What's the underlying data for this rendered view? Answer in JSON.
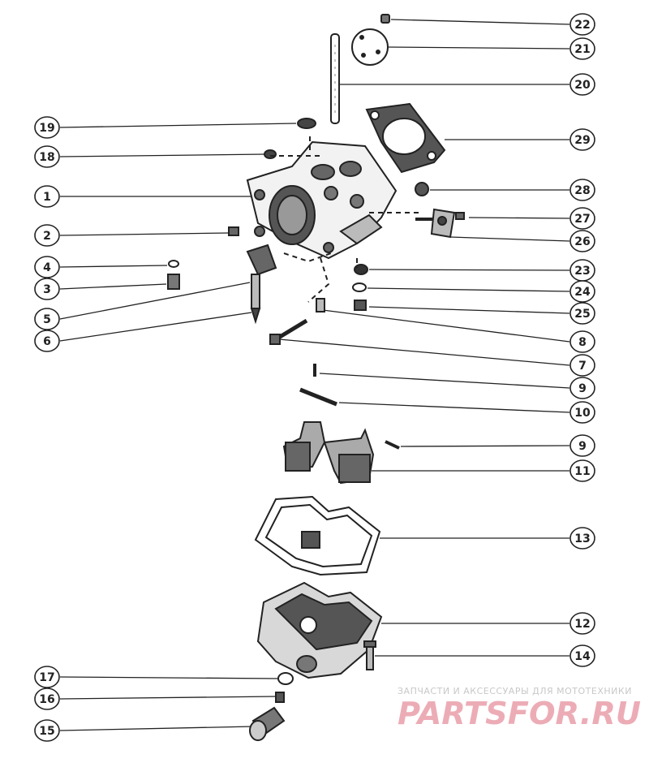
{
  "callouts": {
    "left": [
      "19",
      "18",
      "1",
      "2",
      "4",
      "3",
      "5",
      "6",
      "17",
      "16",
      "15"
    ],
    "right": [
      "22",
      "21",
      "20",
      "29",
      "28",
      "27",
      "26",
      "23",
      "24",
      "25",
      "8",
      "7",
      "9",
      "10",
      "9",
      "11",
      "13",
      "12",
      "14"
    ]
  },
  "watermark": {
    "subtitle": "ЗАПЧАСТИ И АКСЕССУАРЫ ДЛЯ МОТОТЕХНИКИ",
    "brand": "PARTSFOR.RU",
    "color": "#c8102e"
  }
}
